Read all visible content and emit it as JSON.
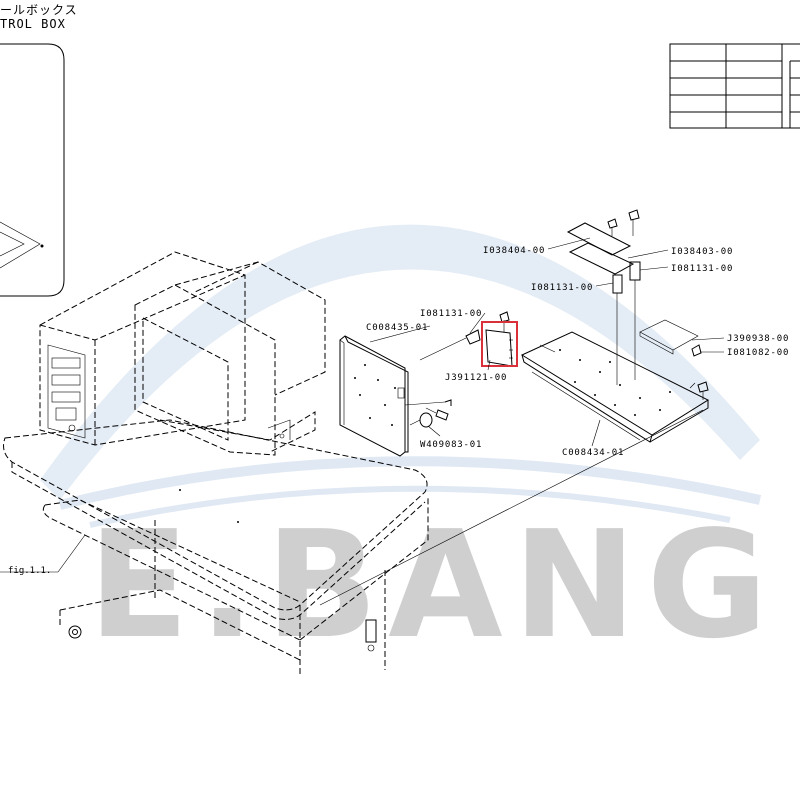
{
  "header": {
    "title_jp": "ールボックス",
    "title_en": "TROL BOX"
  },
  "watermark": {
    "text": "E.BANG",
    "color": "#cfcfcf",
    "arc_color": "#dbe6f2"
  },
  "highlight_color": "#d9303a",
  "figure_ref": "fig.1.1.",
  "parts": {
    "i038404": "I038404-00",
    "i038403": "I038403-00",
    "i081131_right": "I081131-00",
    "i081131_left": "I081131-00",
    "i081131_mid": "I081131-00",
    "c008435": "C008435-01",
    "j391121": "J391121-00",
    "j390938": "J390938-00",
    "i081082": "I081082-00",
    "w409083": "W409083-01",
    "c008434": "C008434-01"
  }
}
